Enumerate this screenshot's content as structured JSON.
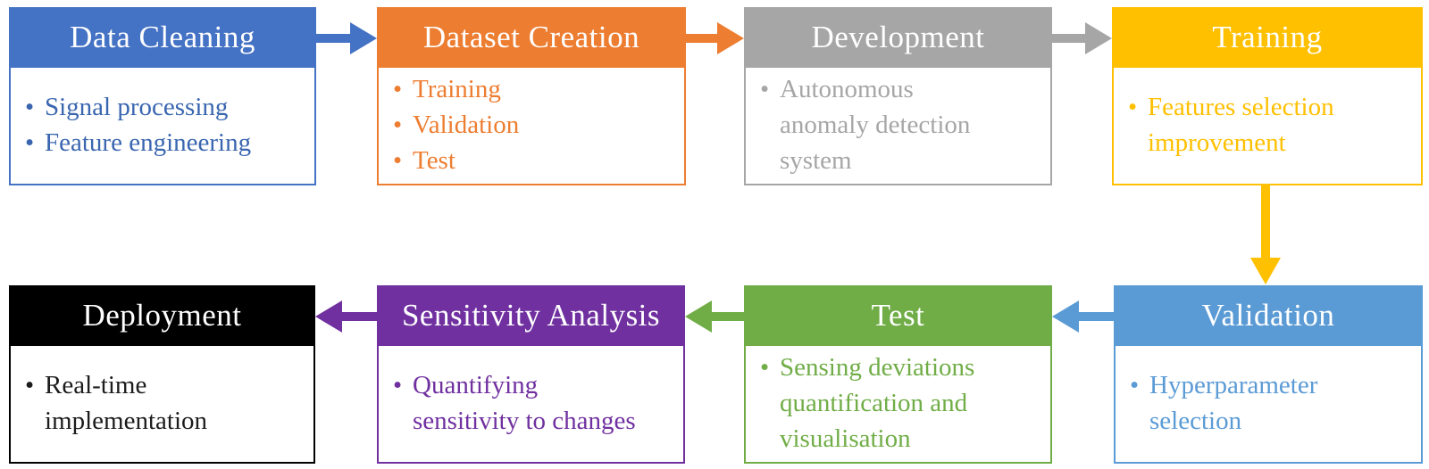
{
  "diagram": {
    "type": "process-flowchart",
    "background_color": "#FFFFFF",
    "header_text_color": "#FFFFFF"
  },
  "boxes": [
    {
      "id": "data-cleaning",
      "title": "Data Cleaning",
      "accent_color": "#4472C4",
      "body_text_color": "#3A66B0",
      "bullets": [
        {
          "lines": [
            "Signal processing"
          ]
        },
        {
          "lines": [
            "Feature engineering"
          ]
        }
      ]
    },
    {
      "id": "dataset-creation",
      "title": "Dataset Creation",
      "accent_color": "#ED7D31",
      "body_text_color": "#ED7D31",
      "bullets": [
        {
          "lines": [
            "Training"
          ]
        },
        {
          "lines": [
            "Validation"
          ]
        },
        {
          "lines": [
            "Test"
          ]
        }
      ]
    },
    {
      "id": "development",
      "title": "Development",
      "accent_color": "#A6A6A6",
      "body_text_color": "#A6A6A6",
      "bullets": [
        {
          "lines": [
            "Autonomous",
            "anomaly detection",
            "system"
          ]
        }
      ]
    },
    {
      "id": "training",
      "title": "Training",
      "accent_color": "#FFC000",
      "body_text_color": "#FFC000",
      "bullets": [
        {
          "lines": [
            "Features selection",
            "improvement"
          ]
        }
      ]
    },
    {
      "id": "validation",
      "title": "Validation",
      "accent_color": "#5B9BD5",
      "body_text_color": "#5B9BD5",
      "bullets": [
        {
          "lines": [
            "Hyperparameter",
            "selection"
          ]
        }
      ]
    },
    {
      "id": "test",
      "title": "Test",
      "accent_color": "#70AD47",
      "body_text_color": "#70AD47",
      "bullets": [
        {
          "lines": [
            "Sensing deviations",
            "quantification and",
            "visualisation"
          ]
        }
      ]
    },
    {
      "id": "sensitivity-analysis",
      "title": "Sensitivity Analysis",
      "accent_color": "#7030A0",
      "body_text_color": "#7030A0",
      "bullets": [
        {
          "lines": [
            "Quantifying",
            "sensitivity to changes"
          ]
        }
      ]
    },
    {
      "id": "deployment",
      "title": "Deployment",
      "accent_color": "#000000",
      "body_text_color": "#1C1C1C",
      "bullets": [
        {
          "lines": [
            "Real-time",
            "implementation"
          ]
        }
      ]
    }
  ],
  "arrows": [
    {
      "id": "data-cleaning-to-dataset-creation",
      "color": "#4472C4",
      "direction": "right"
    },
    {
      "id": "dataset-creation-to-development",
      "color": "#ED7D31",
      "direction": "right"
    },
    {
      "id": "development-to-training",
      "color": "#A6A6A6",
      "direction": "right"
    },
    {
      "id": "training-to-validation",
      "color": "#FFC000",
      "direction": "down"
    },
    {
      "id": "validation-to-test",
      "color": "#5B9BD5",
      "direction": "left"
    },
    {
      "id": "test-to-sensitivity-analysis",
      "color": "#70AD47",
      "direction": "left"
    },
    {
      "id": "sensitivity-analysis-to-deployment",
      "color": "#7030A0",
      "direction": "left"
    }
  ]
}
